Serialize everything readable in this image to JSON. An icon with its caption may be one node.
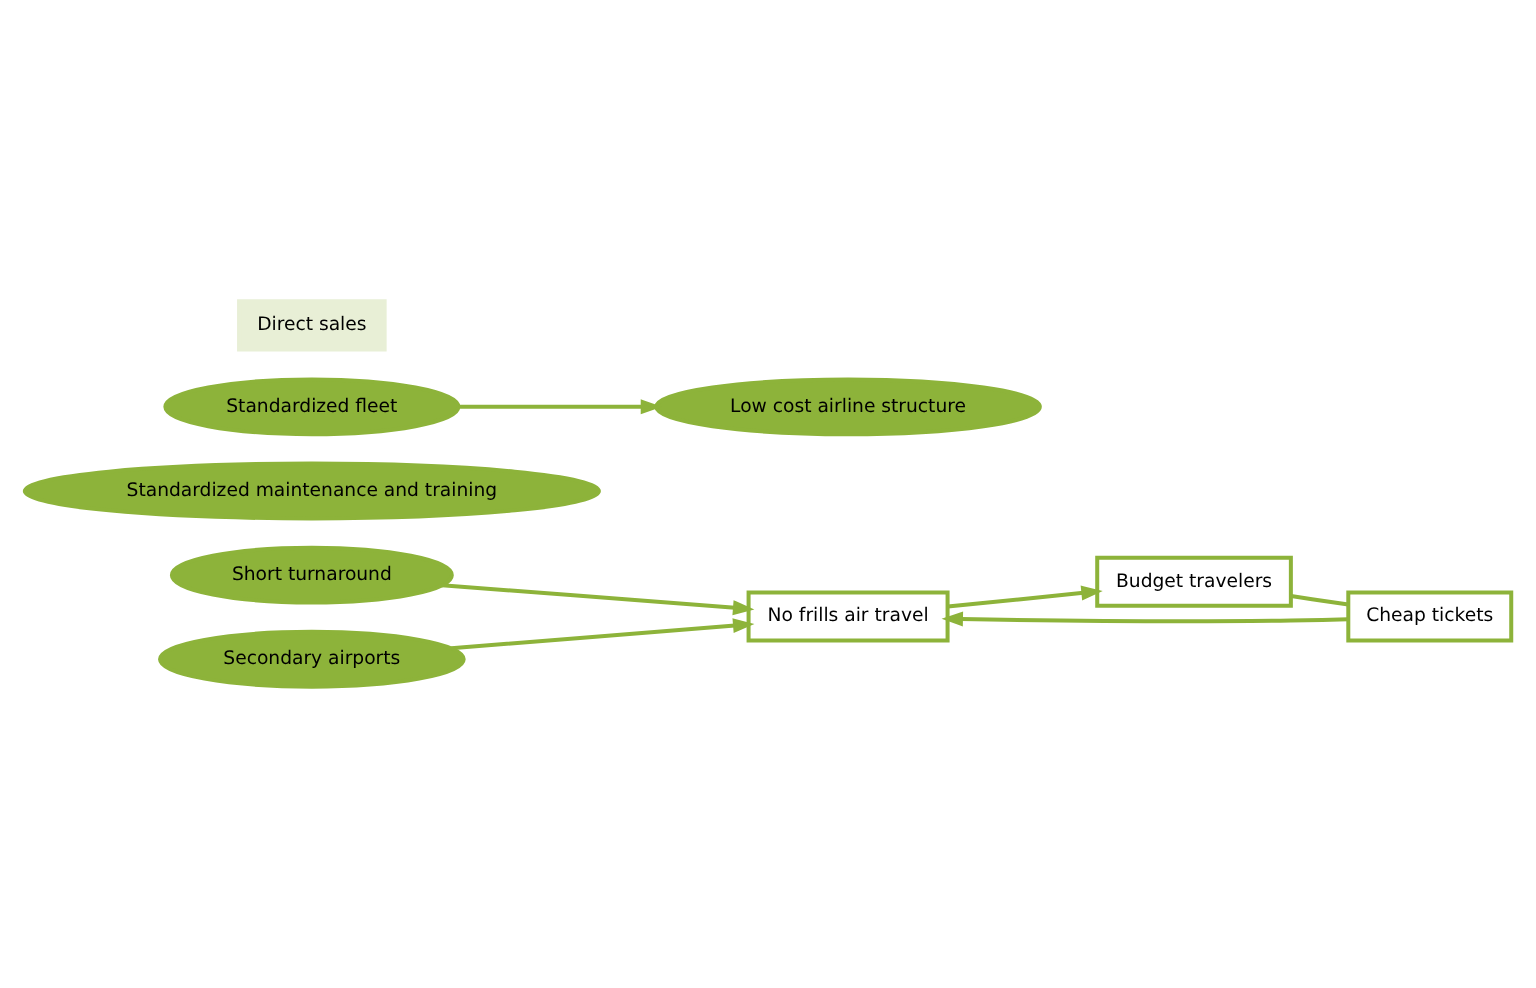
{
  "diagram": {
    "nodes": [
      {
        "text": [
          "Short turnaround"
        ]
      },
      {
        "text": [
          "Standardized maintenance and training"
        ]
      },
      {
        "text": [
          "Secondary airports"
        ]
      },
      {
        "text": [
          "Standardized fleet"
        ]
      },
      {
        "text": [
          "Low cost airline structure"
        ]
      },
      {
        "text": [
          "No frills air travel"
        ]
      },
      {
        "text": [
          "Budget travelers"
        ]
      },
      {
        "text": [
          "Direct sales"
        ]
      },
      {
        "text": [
          "Cheap tickets"
        ]
      }
    ],
    "edges": [
      {
        "from": 0,
        "to": 5,
        "arrow": "to"
      },
      {
        "from": 2,
        "to": 5,
        "arrow": "to"
      },
      {
        "from": 3,
        "to": 4,
        "arrow": "to"
      },
      {
        "from": 5,
        "to": 6,
        "arrow": "to"
      },
      {
        "from": 6,
        "to": 8,
        "arrow": "none"
      },
      {
        "from": 8,
        "to": 5,
        "arrow": "to"
      }
    ]
  }
}
